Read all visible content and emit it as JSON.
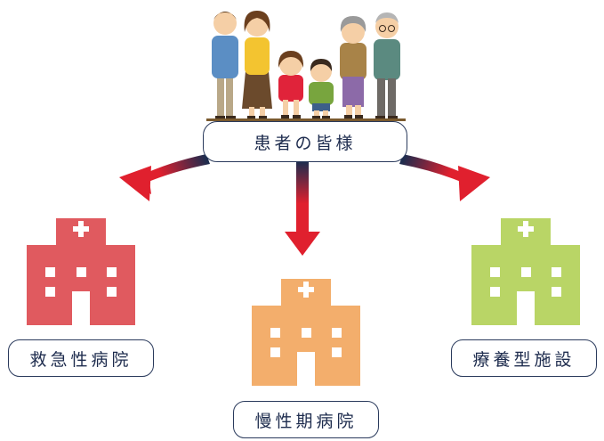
{
  "center_label": "患者の皆様",
  "facilities": [
    {
      "label": "救急性病院",
      "color": "#e05a5f"
    },
    {
      "label": "慢性期病院",
      "color": "#f3ae6c"
    },
    {
      "label": "療養型施設",
      "color": "#b9d566"
    }
  ],
  "arrow_colors": {
    "start": "#1e2c4e",
    "end": "#e0202e"
  },
  "family_icon": "family-icon",
  "building_icon": "hospital-building-icon"
}
